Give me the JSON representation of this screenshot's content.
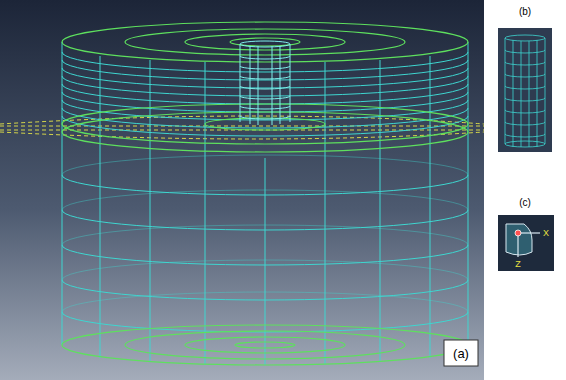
{
  "diagram": {
    "labels": [
      "(a)",
      "(b)",
      "(c)",
      "X",
      "Z"
    ]
  }
}
